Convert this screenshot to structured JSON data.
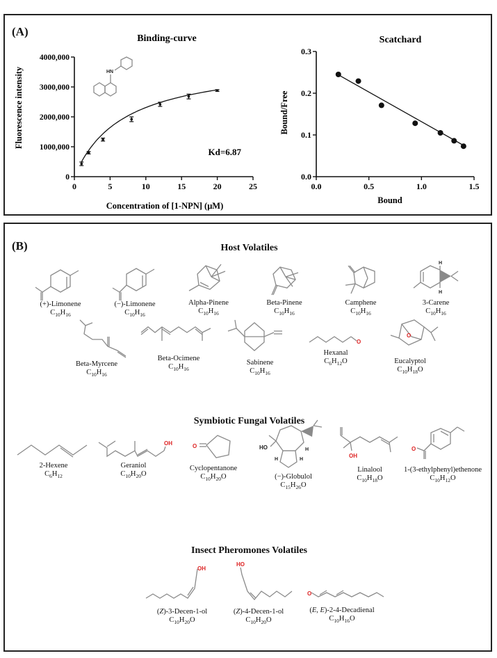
{
  "panel_a": {
    "label": "(A)",
    "binding": {
      "title": "Binding-curve",
      "kd_label": "Kd=6.87"
    },
    "scatchard": {
      "title": "Scatchard"
    }
  },
  "panel_b": {
    "label": "(B)",
    "host": {
      "title": "Host Volatiles",
      "molecules": [
        {
          "name": "(+)-Limonene",
          "formula": [
            "C",
            "10",
            "H",
            "16",
            ""
          ]
        },
        {
          "name": "(−)-Limonene",
          "formula": [
            "C",
            "10",
            "H",
            "16",
            ""
          ]
        },
        {
          "name": "Alpha-Pinene",
          "formula": [
            "C",
            "10",
            "H",
            "16",
            ""
          ]
        },
        {
          "name": "Beta-Pinene",
          "formula": [
            "C",
            "10",
            "H",
            "16",
            ""
          ]
        },
        {
          "name": "Camphene",
          "formula": [
            "C",
            "10",
            "H",
            "16",
            ""
          ]
        },
        {
          "name": "3-Carene",
          "formula": [
            "C",
            "10",
            "H",
            "16",
            ""
          ]
        },
        {
          "name": "Beta-Myrcene",
          "formula": [
            "C",
            "10",
            "H",
            "16",
            ""
          ]
        },
        {
          "name": "Beta-Ocimene",
          "formula": [
            "C",
            "10",
            "H",
            "16",
            ""
          ]
        },
        {
          "name": "Sabinene",
          "formula": [
            "C",
            "10",
            "H",
            "16",
            ""
          ]
        },
        {
          "name": "Hexanal",
          "formula": [
            "C",
            "6",
            "H",
            "12",
            "O"
          ]
        },
        {
          "name": "Eucalyptol",
          "formula": [
            "C",
            "10",
            "H",
            "18",
            "O"
          ]
        }
      ]
    },
    "fungal": {
      "title": "Symbiotic Fungal Volatiles",
      "molecules": [
        {
          "name": "2-Hexene",
          "formula": [
            "C",
            "6",
            "H",
            "12",
            ""
          ]
        },
        {
          "name": "Geraniol",
          "formula": [
            "C",
            "10",
            "H",
            "20",
            "O"
          ]
        },
        {
          "name": "Cyclopentanone",
          "formula": [
            "C",
            "10",
            "H",
            "20",
            "O"
          ]
        },
        {
          "name": "(−)-Globulol",
          "formula": [
            "C",
            "15",
            "H",
            "26",
            "O"
          ]
        },
        {
          "name": "Linalool",
          "formula": [
            "C",
            "10",
            "H",
            "18",
            "O"
          ]
        },
        {
          "name": "1-(3-ethylphenyl)ethenone",
          "formula": [
            "C",
            "10",
            "H",
            "12",
            "O"
          ]
        }
      ]
    },
    "insect": {
      "title": "Insect Pheromones Volatiles",
      "molecules": [
        {
          "name_parts": [
            "(",
            "Z",
            ")-3-Decen-1-ol"
          ],
          "formula": [
            "C",
            "10",
            "H",
            "20",
            "O"
          ]
        },
        {
          "name_parts": [
            "(",
            "Z",
            ")-4-Decen-1-ol"
          ],
          "formula": [
            "C",
            "10",
            "H",
            "20",
            "O"
          ]
        },
        {
          "name_parts": [
            "(",
            "E, E",
            ")-2-4-Decadienal"
          ],
          "formula": [
            "C",
            "10",
            "H",
            "16",
            "O"
          ]
        }
      ]
    },
    "atom_labels": {
      "oh": "OH",
      "ho": "HO",
      "o": "O",
      "h": "H",
      "hn": "HN"
    }
  },
  "chart_data": [
    {
      "type": "scatter",
      "title": "Binding-curve",
      "xlabel": "Concentration of [1-NPN] (μM)",
      "ylabel": "Fluorescence intensity",
      "xlim": [
        0,
        25
      ],
      "ylim": [
        0,
        4000000
      ],
      "xticks": [
        0,
        5,
        10,
        15,
        20,
        25
      ],
      "yticks": [
        0,
        1000000,
        2000000,
        3000000,
        4000000
      ],
      "ytick_labels": [
        "0",
        "1000,000",
        "2000,000",
        "3000,000",
        "4000,000"
      ],
      "x": [
        1,
        2,
        4,
        8,
        12,
        16,
        20
      ],
      "y": [
        430000,
        800000,
        1240000,
        1920000,
        2420000,
        2680000,
        2880000
      ],
      "error": [
        60000,
        40000,
        50000,
        80000,
        70000,
        80000,
        30000
      ],
      "fit": "one-site saturation",
      "annotation": "Kd=6.87",
      "grid": false
    },
    {
      "type": "scatter",
      "title": "Scatchard",
      "xlabel": "Bound",
      "ylabel": "Bound/Free",
      "xlim": [
        0,
        1.5
      ],
      "ylim": [
        0,
        0.3
      ],
      "xticks": [
        0,
        0.5,
        1,
        1.5
      ],
      "xtick_labels": [
        "0.0",
        "0.5",
        "1.0",
        "1.5"
      ],
      "yticks": [
        0,
        0.1,
        0.2,
        0.3
      ],
      "ytick_labels": [
        "0.0",
        "0.1",
        "0.2",
        "0.3"
      ],
      "x": [
        0.21,
        0.4,
        0.62,
        0.94,
        1.18,
        1.31,
        1.4
      ],
      "y": [
        0.245,
        0.229,
        0.171,
        0.128,
        0.105,
        0.086,
        0.073
      ],
      "fit_line": {
        "x": [
          0.21,
          1.4
        ],
        "y": [
          0.244,
          0.075
        ]
      },
      "grid": false
    }
  ]
}
